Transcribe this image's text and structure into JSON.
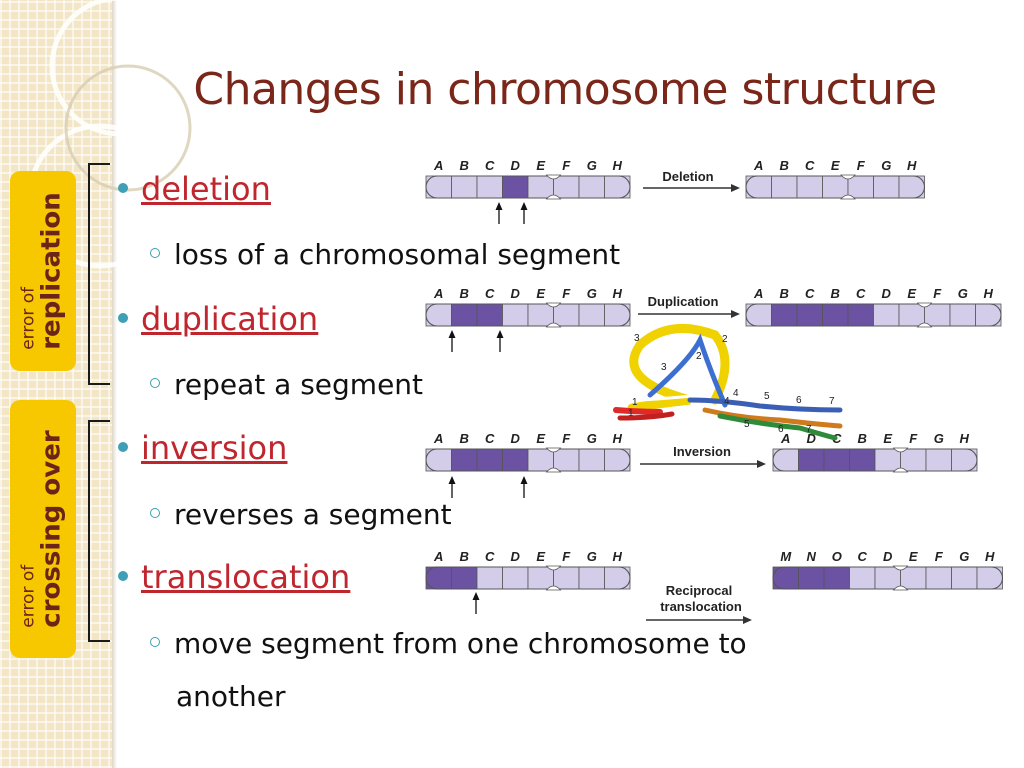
{
  "title": "Changes in chromosome structure",
  "side_boxes": [
    {
      "small": "error of",
      "big": "replication"
    },
    {
      "small": "error of",
      "big": "crossing over"
    }
  ],
  "bullets": [
    {
      "term": "deletion",
      "desc": "loss of a chromosomal segment"
    },
    {
      "term": "duplication",
      "desc": "repeat a segment"
    },
    {
      "term": "inversion",
      "desc": "reverses a segment"
    },
    {
      "term": "translocation",
      "desc": "move segment from one chromosome to",
      "desc2": "another"
    }
  ],
  "colors": {
    "title": "#7a2619",
    "term": "#c0262e",
    "bullet": "#3f9fb6",
    "box": "#f7c700",
    "light_segment": "#d4cdea",
    "dark_segment": "#6b52a3"
  },
  "diagrams": {
    "original_letters": [
      "A",
      "B",
      "C",
      "D",
      "E",
      "F",
      "G",
      "H"
    ],
    "deletion": {
      "label": "Deletion",
      "result": [
        "A",
        "B",
        "C",
        "E",
        "F",
        "G",
        "H"
      ]
    },
    "duplication": {
      "label": "Duplication",
      "result": [
        "A",
        "B",
        "C",
        "B",
        "C",
        "D",
        "E",
        "F",
        "G",
        "H"
      ]
    },
    "inversion": {
      "label": "Inversion",
      "result": [
        "A",
        "D",
        "C",
        "B",
        "E",
        "F",
        "G",
        "H"
      ]
    },
    "translocation": {
      "label1": "Reciprocal",
      "label2": "translocation",
      "result": [
        "M",
        "N",
        "O",
        "C",
        "D",
        "E",
        "F",
        "G",
        "H"
      ]
    },
    "crossover_numbers": [
      "1",
      "2",
      "3",
      "3",
      "2",
      "4",
      "4",
      "5",
      "6",
      "7",
      "7",
      "1",
      "5",
      "6"
    ]
  }
}
